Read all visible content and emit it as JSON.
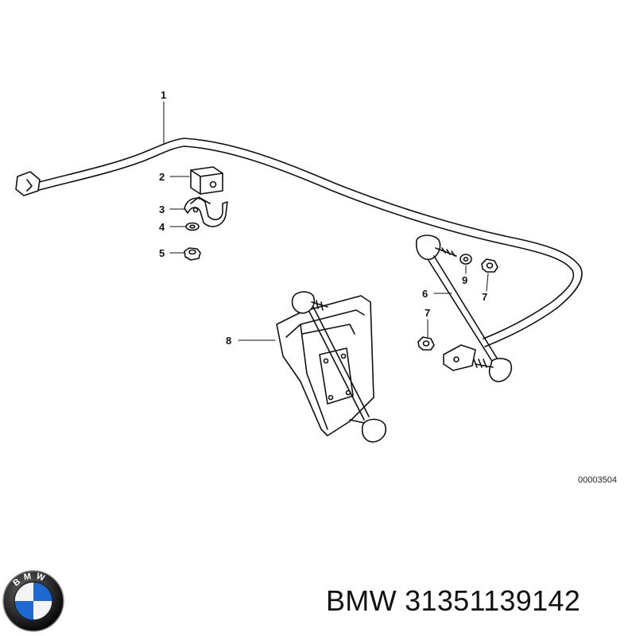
{
  "diagram": {
    "callouts": {
      "c1": "1",
      "c2": "2",
      "c3": "3",
      "c4": "4",
      "c5": "5",
      "c6": "6",
      "c7a": "7",
      "c7b": "7",
      "c8": "8",
      "c9": "9"
    },
    "reference_code": "00003504"
  },
  "logo": {
    "text": "BMW",
    "name": "bmw-logo"
  },
  "part_number_line": "BMW 31351139142"
}
